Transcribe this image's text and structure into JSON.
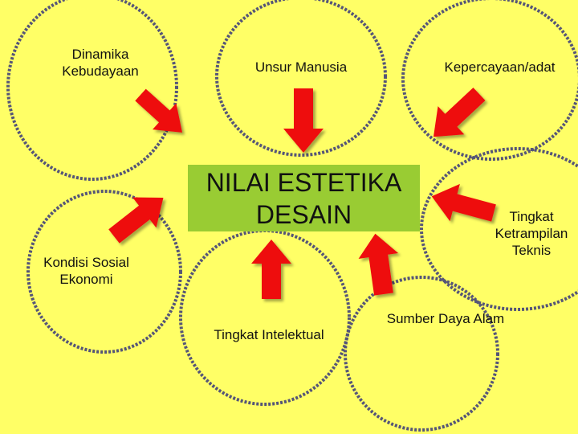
{
  "center": {
    "title": "NILAI ESTETIKA\nDESAIN",
    "box_color": "#99cc33"
  },
  "nodes": {
    "dinamika": "Dinamika\nKebudayaan",
    "unsur": "Unsur Manusia",
    "kepercayaan": "Kepercayaan/adat",
    "kondisi": "Kondisi Sosial\nEkonomi",
    "ketrampilan": "Tingkat\nKetrampilan\nTeknis",
    "intelektual": "Tingkat Intelektual",
    "sumber": "Sumber Daya Alam"
  },
  "colors": {
    "background": "#ffff66",
    "arrow": "#ee1111",
    "circle_stroke": "#555577"
  }
}
